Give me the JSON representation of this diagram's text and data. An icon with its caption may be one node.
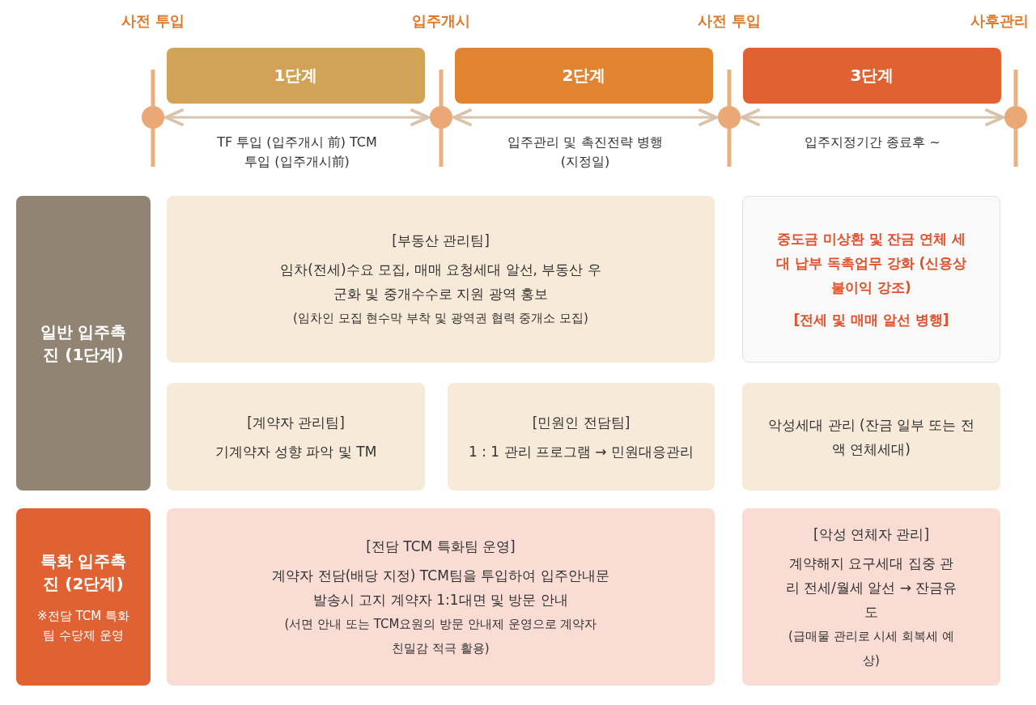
{
  "diagram": {
    "nodes": [
      {
        "text": [],
        "shape": "circle"
      },
      {
        "text": [],
        "shape": "circle"
      },
      {
        "text": [],
        "shape": "circle"
      },
      {
        "text": [],
        "shape": "circle"
      },
      {
        "text": [
          "1단계"
        ]
      },
      {
        "text": [
          "2단계"
        ]
      },
      {
        "text": [
          "3단계"
        ]
      },
      {
        "text": [
          "일반 입주촉진 (1단계)"
        ]
      },
      {
        "text": [
          "[부동산 관리팀]",
          "임차(전세)수요 모집, 매매 요청세대 알선, 부동산 우군화 및 중개수수로 지원 광역 홍보",
          "(임차인 모집 현수막 부착 및 광역권 협력 중개소 모집)"
        ]
      },
      {
        "text": [
          "중도금 미상환 및 잔금 연체 세대 납부 독촉업무 강화 (신용상 불이익 강조)",
          "[전세 및 매매 알선 병행]"
        ]
      },
      {
        "text": [
          "[계약자 관리팀]",
          "기계약자 성향 파악 및 TM"
        ]
      },
      {
        "text": [
          "[민원인 전담팀]",
          "1 : 1 관리 프로그램 → 민원대응관리"
        ]
      },
      {
        "text": [
          "악성세대 관리 (잔금 일부 또는 전액 연체세대)"
        ]
      },
      {
        "text": [
          "특화 입주촉진 (2단계)",
          "※전담 TCM 특화팀 수당제 운영"
        ]
      },
      {
        "text": [
          "[전담 TCM 특화팀 운영]",
          "계약자 전담(배당 지정) TCM팀을 투입하여 입주안내문 발송시 고지 계약자 1:1대면 및 방문 안내",
          "(서면 안내 또는 TCM요원의 방문 안내제 운영으로 계약자 친밀감 적극 활용)"
        ]
      },
      {
        "text": [
          "[악성 연체자 관리]",
          "계약해지 요구세대 집중 관리 전세/월세 알선 → 잔금유도",
          "(급매물 관리로 시세 회복세 예상)"
        ]
      }
    ],
    "edges": [
      {
        "from": 0,
        "to": 1,
        "arrow": "both",
        "label": "TF 투입 (입주개시 前) TCM 투입 (입주개시前)"
      },
      {
        "from": 1,
        "to": 2,
        "arrow": "both",
        "label": "입주관리 및 촉진전략 병행 (지정일)"
      },
      {
        "from": 2,
        "to": 3,
        "arrow": "both",
        "label": "입주지정기간 종료후 ~"
      }
    ],
    "labels": [
      "사전 투입",
      "입주개시",
      "사전 투입",
      "사후관리"
    ]
  }
}
